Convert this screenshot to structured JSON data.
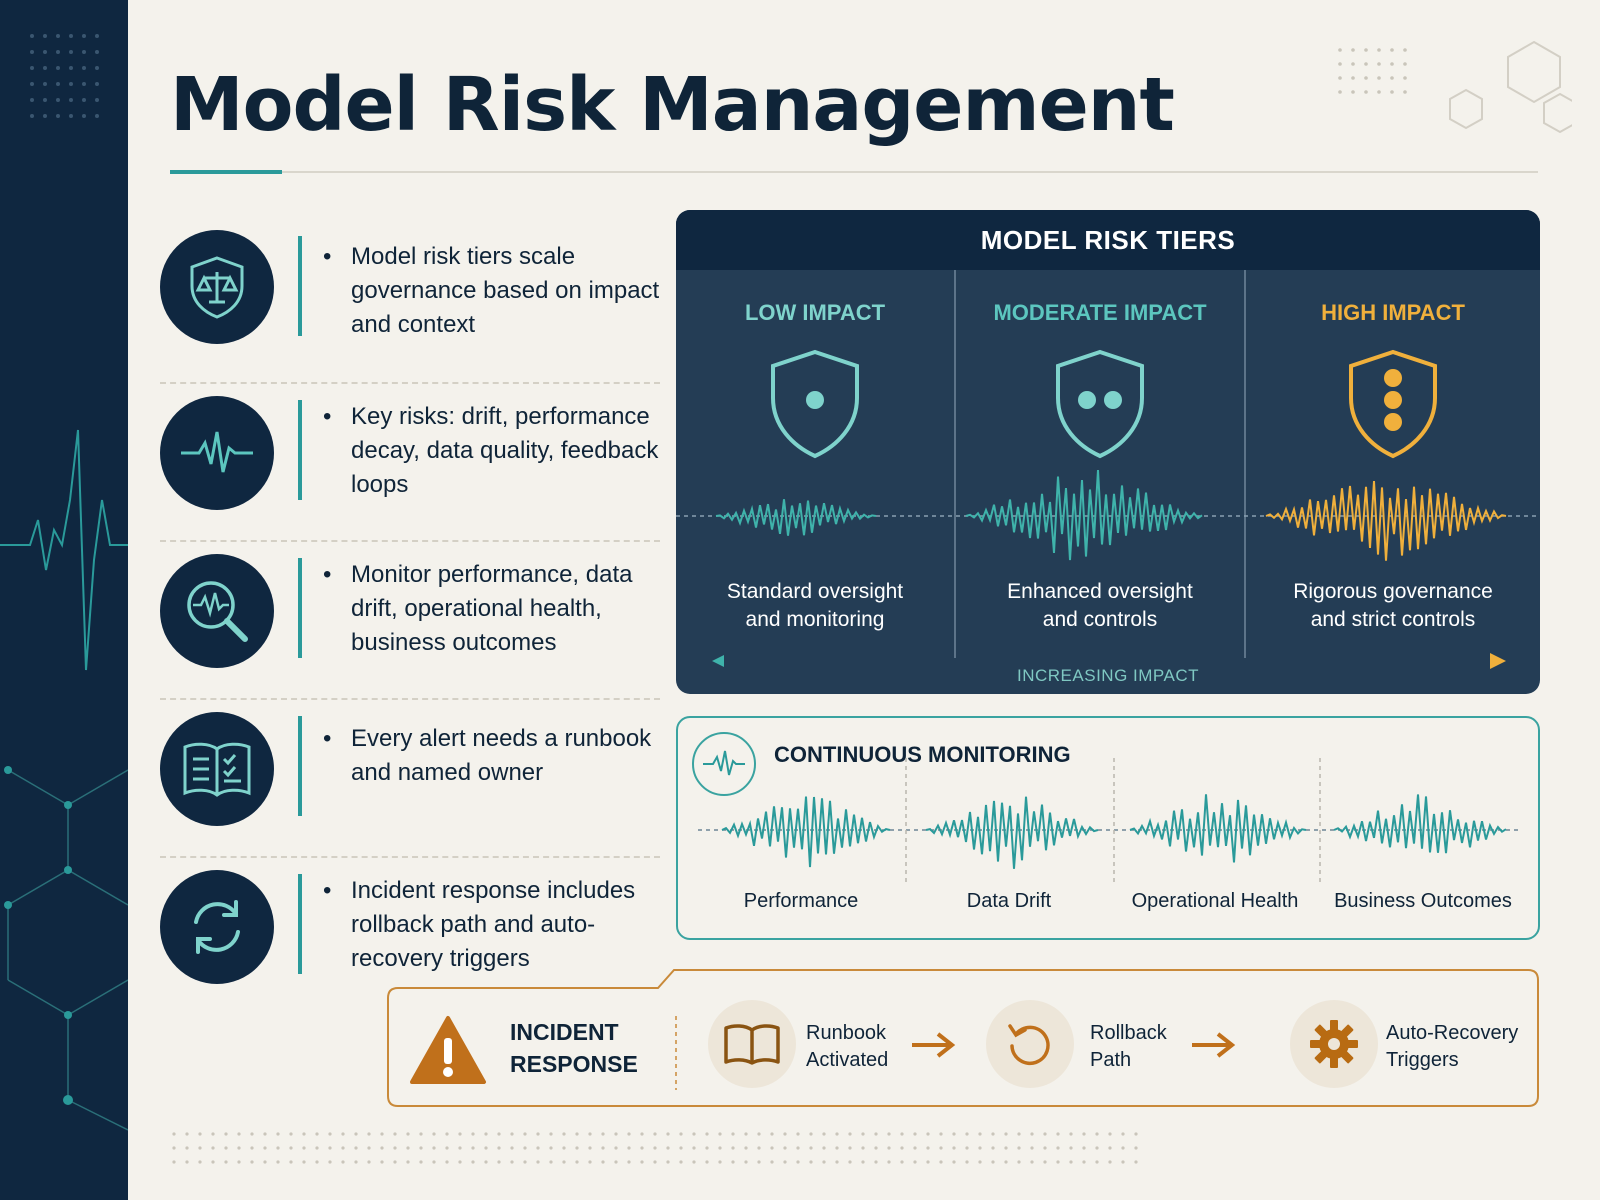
{
  "title": "Model Risk Management",
  "colors": {
    "navy": "#0f2740",
    "teal": "#2a9a9a",
    "teal_light": "#7fd3cc",
    "amber": "#f0b03c",
    "orange": "#b86b12",
    "background": "#f4f2ec"
  },
  "bullets": [
    {
      "icon": "shield-scales-icon",
      "text": "Model risk tiers scale governance based on impact and context"
    },
    {
      "icon": "heartbeat-icon",
      "text": "Key risks: drift, performance decay, data quality, feedback loops"
    },
    {
      "icon": "magnifier-pulse-icon",
      "text": "Monitor performance, data drift, operational health, business outcomes"
    },
    {
      "icon": "runbook-checklist-icon",
      "text": "Every alert needs a runbook and named owner"
    },
    {
      "icon": "refresh-cycle-icon",
      "text": "Incident response includes rollback path and auto-recovery triggers"
    }
  ],
  "tiers": {
    "title": "MODEL RISK TIERS",
    "axis_label": "INCREASING IMPACT",
    "items": [
      {
        "label": "LOW IMPACT",
        "dots": 1,
        "color": "#7fd3cc",
        "desc_line1": "Standard oversight",
        "desc_line2": "and monitoring"
      },
      {
        "label": "MODERATE IMPACT",
        "dots": 2,
        "color": "#5cc6bf",
        "desc_line1": "Enhanced oversight",
        "desc_line2": "and controls"
      },
      {
        "label": "HIGH IMPACT",
        "dots": 3,
        "color": "#f0b03c",
        "desc_line1": "Rigorous governance",
        "desc_line2": "and strict controls"
      }
    ]
  },
  "monitoring": {
    "title": "CONTINUOUS MONITORING",
    "metrics": [
      "Performance",
      "Data Drift",
      "Operational Health",
      "Business Outcomes"
    ]
  },
  "incident": {
    "title_line1": "INCIDENT",
    "title_line2": "RESPONSE",
    "steps": [
      {
        "icon": "open-book-icon",
        "line1": "Runbook",
        "line2": "Activated"
      },
      {
        "icon": "rollback-icon",
        "line1": "Rollback",
        "line2": "Path"
      },
      {
        "icon": "gear-icon",
        "line1": "Auto-Recovery",
        "line2": "Triggers"
      }
    ]
  }
}
